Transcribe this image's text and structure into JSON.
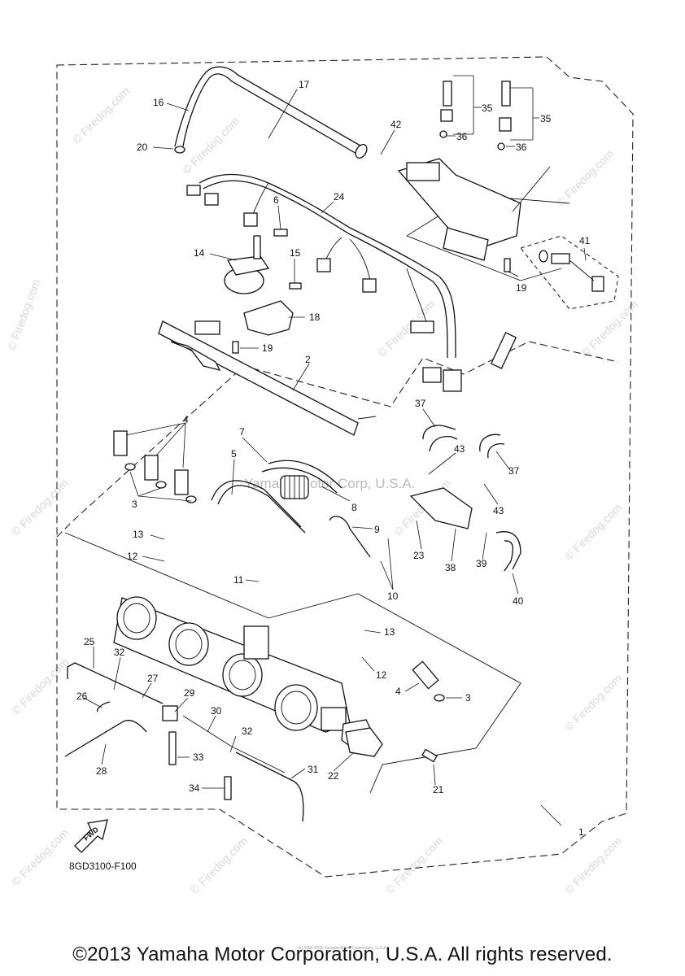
{
  "watermark": {
    "text": "© Firedog.com",
    "center_text": "Yamaha Motor Corp, U.S.A."
  },
  "callouts": {
    "1": "1",
    "2": "2",
    "3a": "3",
    "3b": "3",
    "4a": "4",
    "4b": "4",
    "5": "5",
    "6": "6",
    "7": "7",
    "8": "8",
    "9": "9",
    "10": "10",
    "11": "11",
    "12a": "12",
    "12b": "12",
    "13a": "13",
    "13b": "13",
    "14": "14",
    "15": "15",
    "16": "16",
    "17": "17",
    "18": "18",
    "19a": "19",
    "19b": "19",
    "20": "20",
    "21": "21",
    "22": "22",
    "23": "23",
    "24": "24",
    "25": "25",
    "26": "26",
    "27": "27",
    "28": "28",
    "29": "29",
    "30": "30",
    "31": "31",
    "32a": "32",
    "32b": "32",
    "33": "33",
    "34": "34",
    "35a": "35",
    "35b": "35",
    "36a": "36",
    "36b": "36",
    "37a": "37",
    "37b": "37",
    "38": "38",
    "39": "39",
    "40": "40",
    "41": "41",
    "42": "42",
    "43a": "43",
    "43b": "43"
  },
  "fwd_label": "FWD",
  "diagram_code": "8GD3100-F100",
  "fine_print": "(c) 2005-2015 Yamaha Motor Corporation, U.S.A.",
  "copyright": "©2013 Yamaha Motor Corporation, U.S.A. All rights reserved."
}
